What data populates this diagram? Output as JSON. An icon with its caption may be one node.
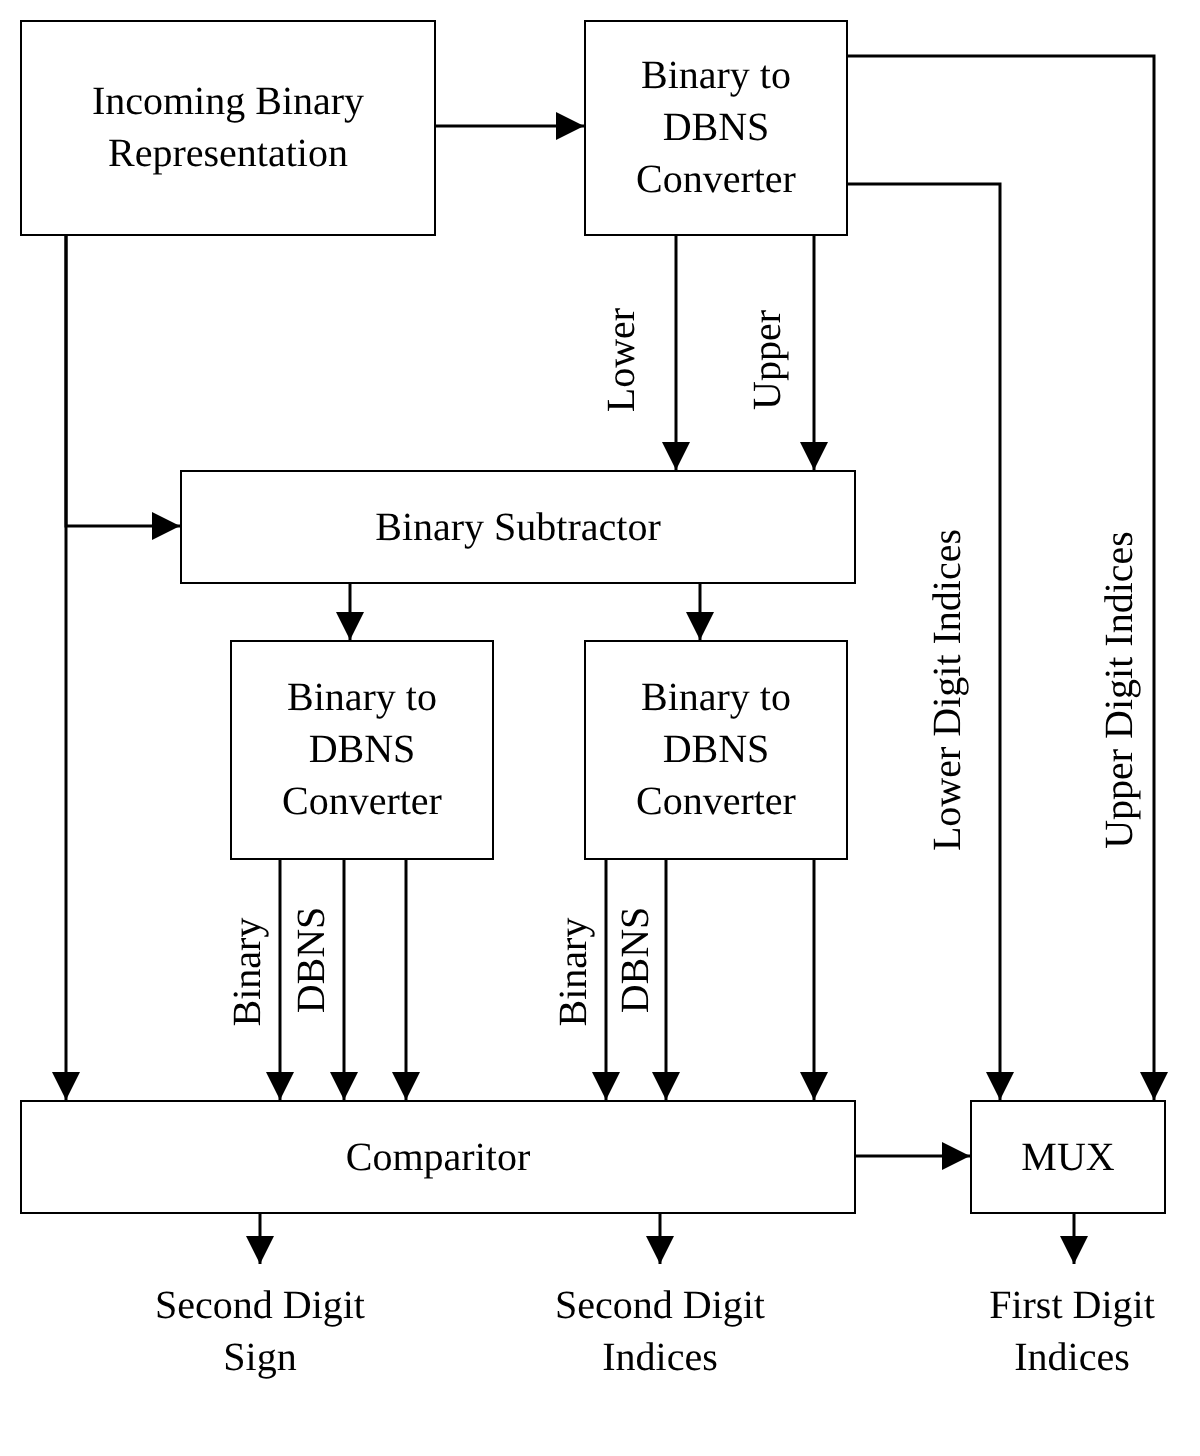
{
  "diagram": {
    "nodes": [
      {
        "text": [
          "Incoming Binary Representation"
        ]
      },
      {
        "text": [
          "Binary to DBNS Converter"
        ]
      },
      {
        "text": [
          "Binary Subtractor"
        ]
      },
      {
        "text": [
          "Binary to DBNS Converter"
        ]
      },
      {
        "text": [
          "Binary to DBNS Converter"
        ]
      },
      {
        "text": [
          "Comparitor"
        ]
      },
      {
        "text": [
          "MUX"
        ]
      },
      {
        "text": [
          "Second Digit Sign"
        ]
      },
      {
        "text": [
          "Second Digit Indices"
        ]
      },
      {
        "text": [
          "First Digit Indices"
        ]
      }
    ],
    "edges": [
      {
        "from": 0,
        "to": 1,
        "arrow": "to"
      },
      {
        "from": 0,
        "to": 2,
        "arrow": "to"
      },
      {
        "from": 0,
        "to": 5,
        "arrow": "to"
      },
      {
        "from": 1,
        "to": 2,
        "arrow": "to",
        "label": "Lower"
      },
      {
        "from": 1,
        "to": 2,
        "arrow": "to",
        "label": "Upper"
      },
      {
        "from": 1,
        "to": 6,
        "arrow": "to",
        "label": "Lower Digit Indices"
      },
      {
        "from": 1,
        "to": 6,
        "arrow": "to",
        "label": "Upper Digit Indices"
      },
      {
        "from": 2,
        "to": 3,
        "arrow": "to"
      },
      {
        "from": 2,
        "to": 4,
        "arrow": "to"
      },
      {
        "from": 3,
        "to": 5,
        "arrow": "to",
        "label": "Binary"
      },
      {
        "from": 3,
        "to": 5,
        "arrow": "to",
        "label": "DBNS"
      },
      {
        "from": 3,
        "to": 5,
        "arrow": "to"
      },
      {
        "from": 4,
        "to": 5,
        "arrow": "to",
        "label": "Binary"
      },
      {
        "from": 4,
        "to": 5,
        "arrow": "to",
        "label": "DBNS"
      },
      {
        "from": 4,
        "to": 5,
        "arrow": "to"
      },
      {
        "from": 5,
        "to": 6,
        "arrow": "to"
      },
      {
        "from": 5,
        "to": 7,
        "arrow": "to"
      },
      {
        "from": 5,
        "to": 8,
        "arrow": "to"
      },
      {
        "from": 6,
        "to": 9,
        "arrow": "to"
      }
    ]
  }
}
